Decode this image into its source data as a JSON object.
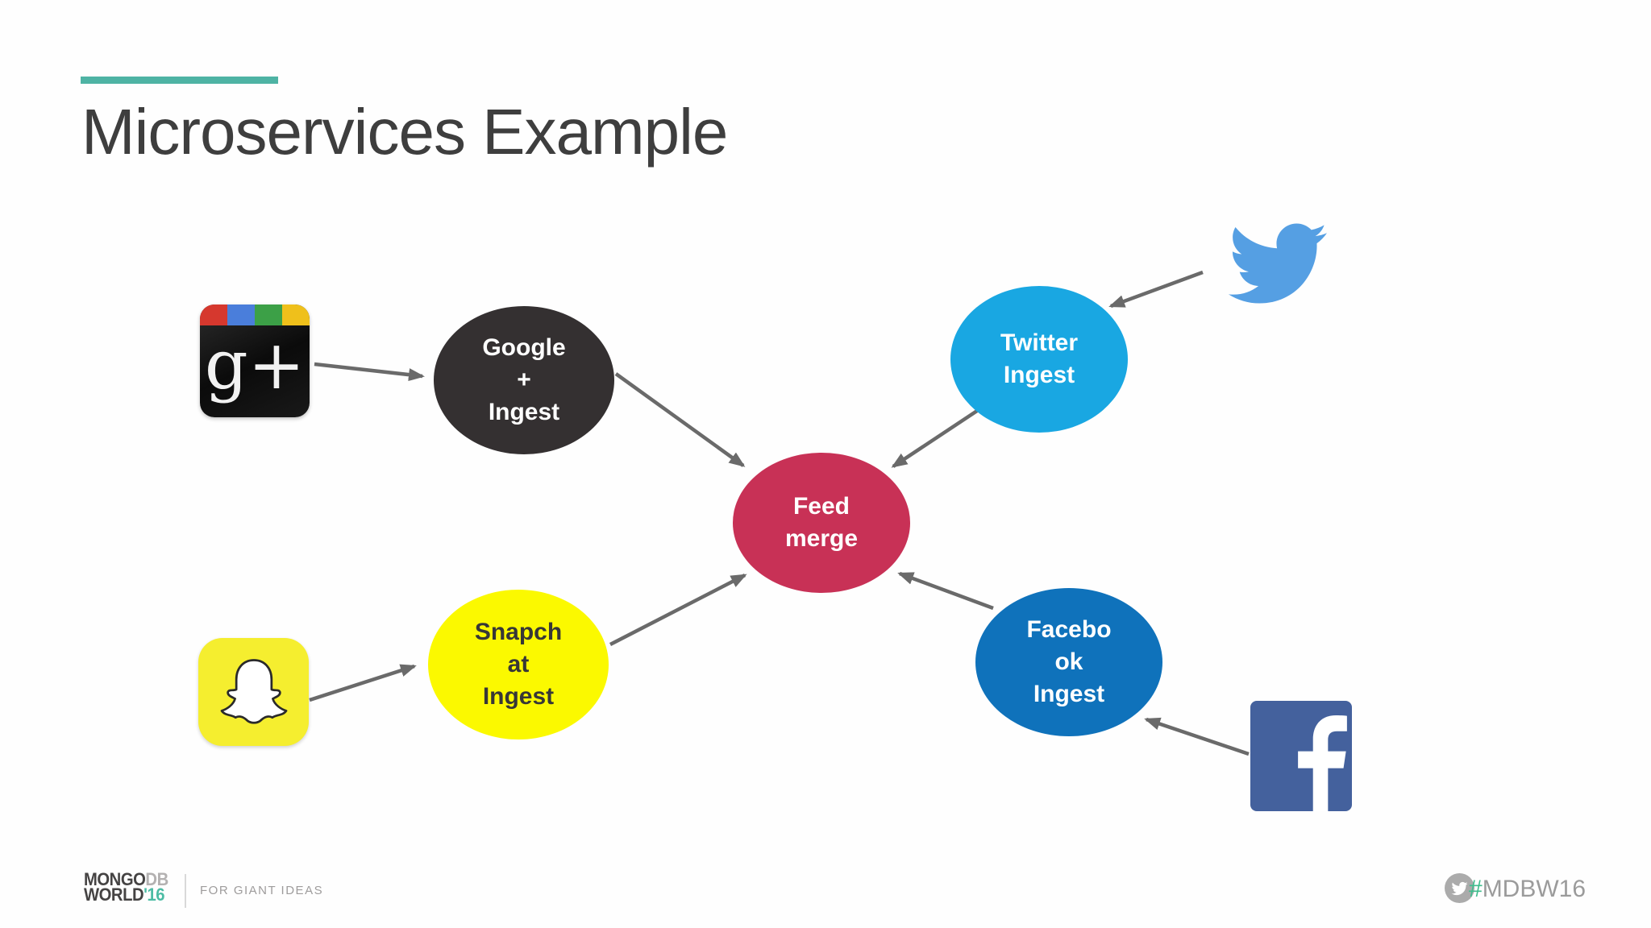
{
  "slide": {
    "title": "Microservices Example",
    "accent_color": "#4eb3a4",
    "background": "#fefefe"
  },
  "diagram": {
    "arrow_color": "#6a6a6a",
    "nodes": [
      {
        "id": "google-plus-ingest",
        "label_lines": [
          "Google",
          "+",
          "Ingest"
        ],
        "fill": "#343031",
        "text_color": "#ffffff"
      },
      {
        "id": "twitter-ingest",
        "label_lines": [
          "Twitter",
          "Ingest"
        ],
        "fill": "#19a7e2",
        "text_color": "#ffffff"
      },
      {
        "id": "feed-merge",
        "label_lines": [
          "Feed",
          "merge"
        ],
        "fill": "#c83156",
        "text_color": "#ffffff"
      },
      {
        "id": "snapchat-ingest",
        "label_lines": [
          "Snapch",
          "at",
          "Ingest"
        ],
        "fill": "#fbf900",
        "text_color": "#373737"
      },
      {
        "id": "facebook-ingest",
        "label_lines": [
          "Facebo",
          "ok",
          "Ingest"
        ],
        "fill": "#0f72bb",
        "text_color": "#ffffff"
      }
    ],
    "icons": {
      "google_plus_glyph": "g+",
      "google_plus_stripe": [
        "#d6382e",
        "#4a7edb",
        "#3ca047",
        "#efc01b"
      ],
      "google_plus_body": "#0d0d0d",
      "twitter_bird_color": "#559fe3",
      "snapchat_bg": "#f5ee2f",
      "facebook_bg": "#44619d"
    }
  },
  "footer": {
    "logo_line1_dark": "MONGO",
    "logo_line1_light": "DB",
    "logo_line2_dark": "WORLD",
    "logo_line2_accent": "'16",
    "tagline": "FOR GIANT IDEAS",
    "hashtag_mark": "#",
    "hashtag_text": "MDBW16"
  }
}
